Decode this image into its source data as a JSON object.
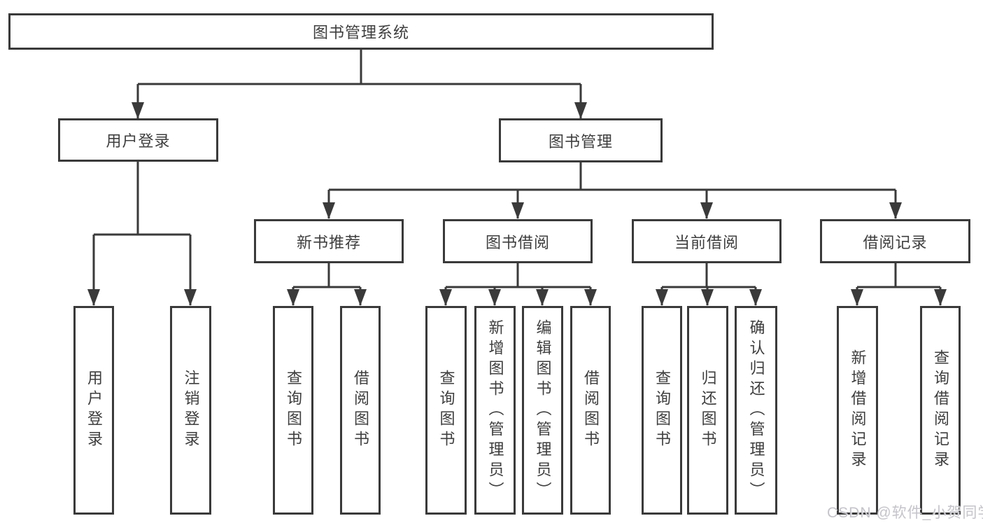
{
  "diagram": {
    "title": "图书管理系统",
    "user_login": {
      "label": "用户登录",
      "children": {
        "login": "用户登录",
        "logout": "注销登录"
      }
    },
    "book_mgmt": {
      "label": "图书管理",
      "sections": {
        "new_book": {
          "label": "新书推荐",
          "children": {
            "query": "查询图书",
            "borrow": "借阅图书"
          }
        },
        "book_borrow": {
          "label": "图书借阅",
          "children": {
            "query": "查询图书",
            "add": "新增图书（管理员）",
            "edit": "编辑图书（管理员）",
            "borrow": "借阅图书"
          }
        },
        "current_borrow": {
          "label": "当前借阅",
          "children": {
            "query": "查询图书",
            "return": "归还图书",
            "confirm": "确认归还（管理员）"
          }
        },
        "borrow_records": {
          "label": "借阅记录",
          "children": {
            "add": "新增借阅记录",
            "query": "查询借阅记录"
          }
        }
      }
    }
  },
  "watermark": {
    "text": "CSDN @软件_小贺同学"
  },
  "colors": {
    "line": "#3a3a3a",
    "text": "#3e3e3e",
    "background": "#ffffff",
    "watermark": "#c1c1c7"
  }
}
